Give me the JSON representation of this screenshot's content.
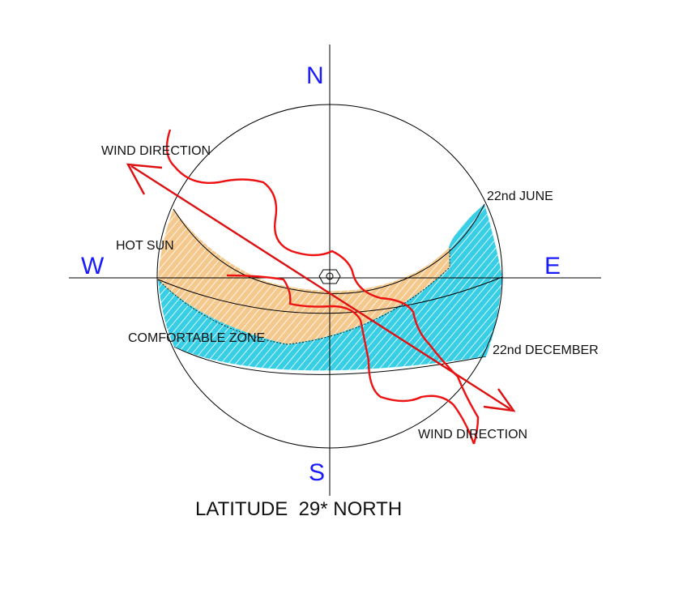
{
  "diagram": {
    "title": "LATITUDE  29* NORTH",
    "directions": {
      "north": "N",
      "south": "S",
      "east": "E",
      "west": "W"
    },
    "labels": {
      "wind_direction_top": "WIND DIRECTION",
      "wind_direction_bottom": "WIND DIRECTION",
      "june": "22nd  JUNE",
      "december": "22nd  DECEMBER",
      "hot_sun": "HOT  SUN",
      "comfortable_zone": "COMFORTABLE  ZONE"
    },
    "colors": {
      "outline": "#000000",
      "direction_text": "#1a1aff",
      "hot_zone_fill": "#f5c98e",
      "comfortable_zone_fill": "#38cfe6",
      "wind_path": "#ee1111",
      "wind_arrow": "#dd1111"
    }
  }
}
